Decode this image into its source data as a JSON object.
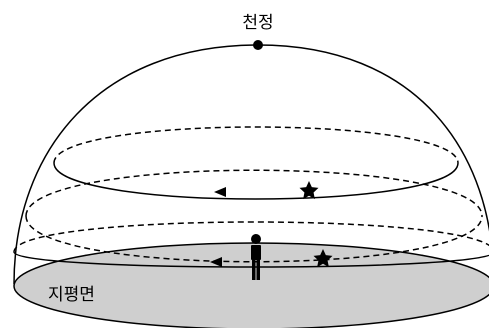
{
  "labels": {
    "zenith": "천정",
    "horizon_plane": "지평면"
  },
  "colors": {
    "line": "#000000",
    "horizon_fill": "#cfcfcf",
    "background": "#ffffff"
  },
  "icons": {
    "zenith_marker": "filled-dot",
    "star": "filled-star",
    "observer": "standing-person-silhouette",
    "direction_arrow": "left-arrowhead"
  }
}
